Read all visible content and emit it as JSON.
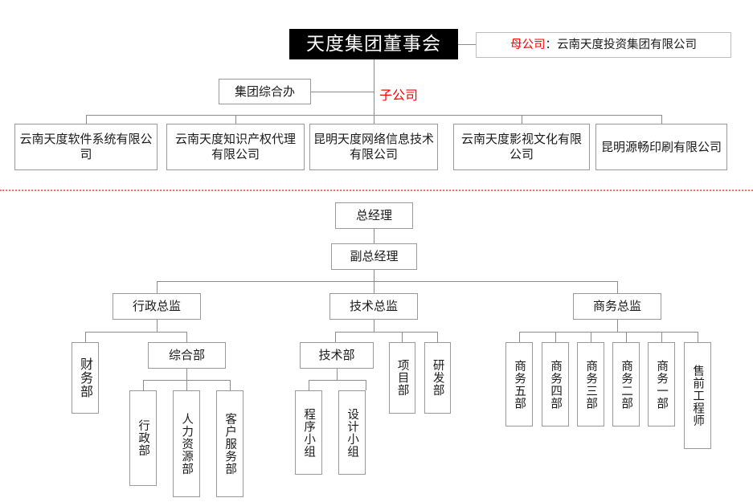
{
  "meta": {
    "title": "天度集团组织架构图",
    "accent_red": "#ff0000",
    "divider_red": "#ff6b6b",
    "line_gray": "#8c8c8c",
    "box_border": "#999999",
    "header_bg": "#000000",
    "header_fg": "#ffffff",
    "canvas_bg": "#ffffff"
  },
  "top": {
    "board": "天度集团董事会",
    "parent_note_label": "母公司",
    "parent_note_sep": "：",
    "parent_note_value": "云南天度投资集团有限公司",
    "group_office": "集团综合办",
    "subsidiary_label": "子公司"
  },
  "subsidiaries": [
    "云南天度软件系统有限公司",
    "云南天度知识产权代理有限公司",
    "昆明天度网络信息技术有限公司",
    "云南天度影视文化有限公司",
    "昆明源畅印刷有限公司"
  ],
  "management": {
    "general_manager": "总经理",
    "deputy_general_manager": "副总经理"
  },
  "directors": {
    "admin": "行政总监",
    "tech": "技术总监",
    "business": "商务总监"
  },
  "admin_branch": {
    "finance": "财务部",
    "general_dept": "综合部",
    "general_dept_children": [
      "行政部",
      "人力资源部",
      "客户服务部"
    ]
  },
  "tech_branch": {
    "tech_dept": "技术部",
    "tech_dept_children": [
      "程序小组",
      "设计小组"
    ],
    "project_dept": "项目部",
    "rd_dept": "研发部"
  },
  "business_branch": {
    "units": [
      "商务五部",
      "商务四部",
      "商务三部",
      "商务二部",
      "商务一部",
      "售前工程师"
    ]
  }
}
